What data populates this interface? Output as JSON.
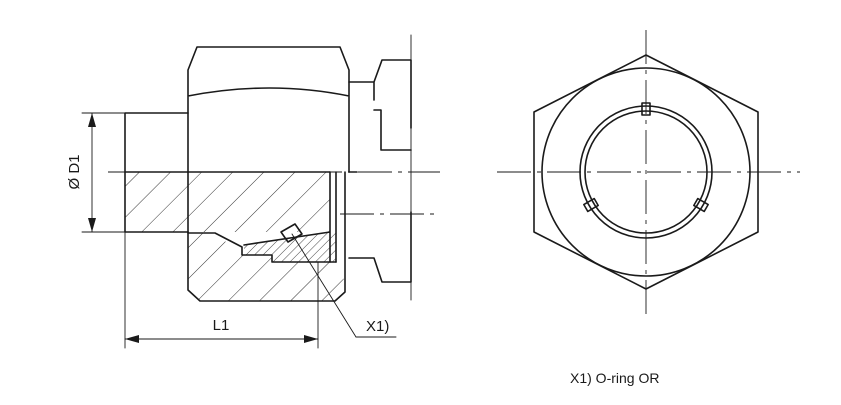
{
  "labels": {
    "diameter": "Ø D1",
    "length": "L1",
    "detail_ref": "X1)"
  },
  "note": "X1) O-ring OR"
}
